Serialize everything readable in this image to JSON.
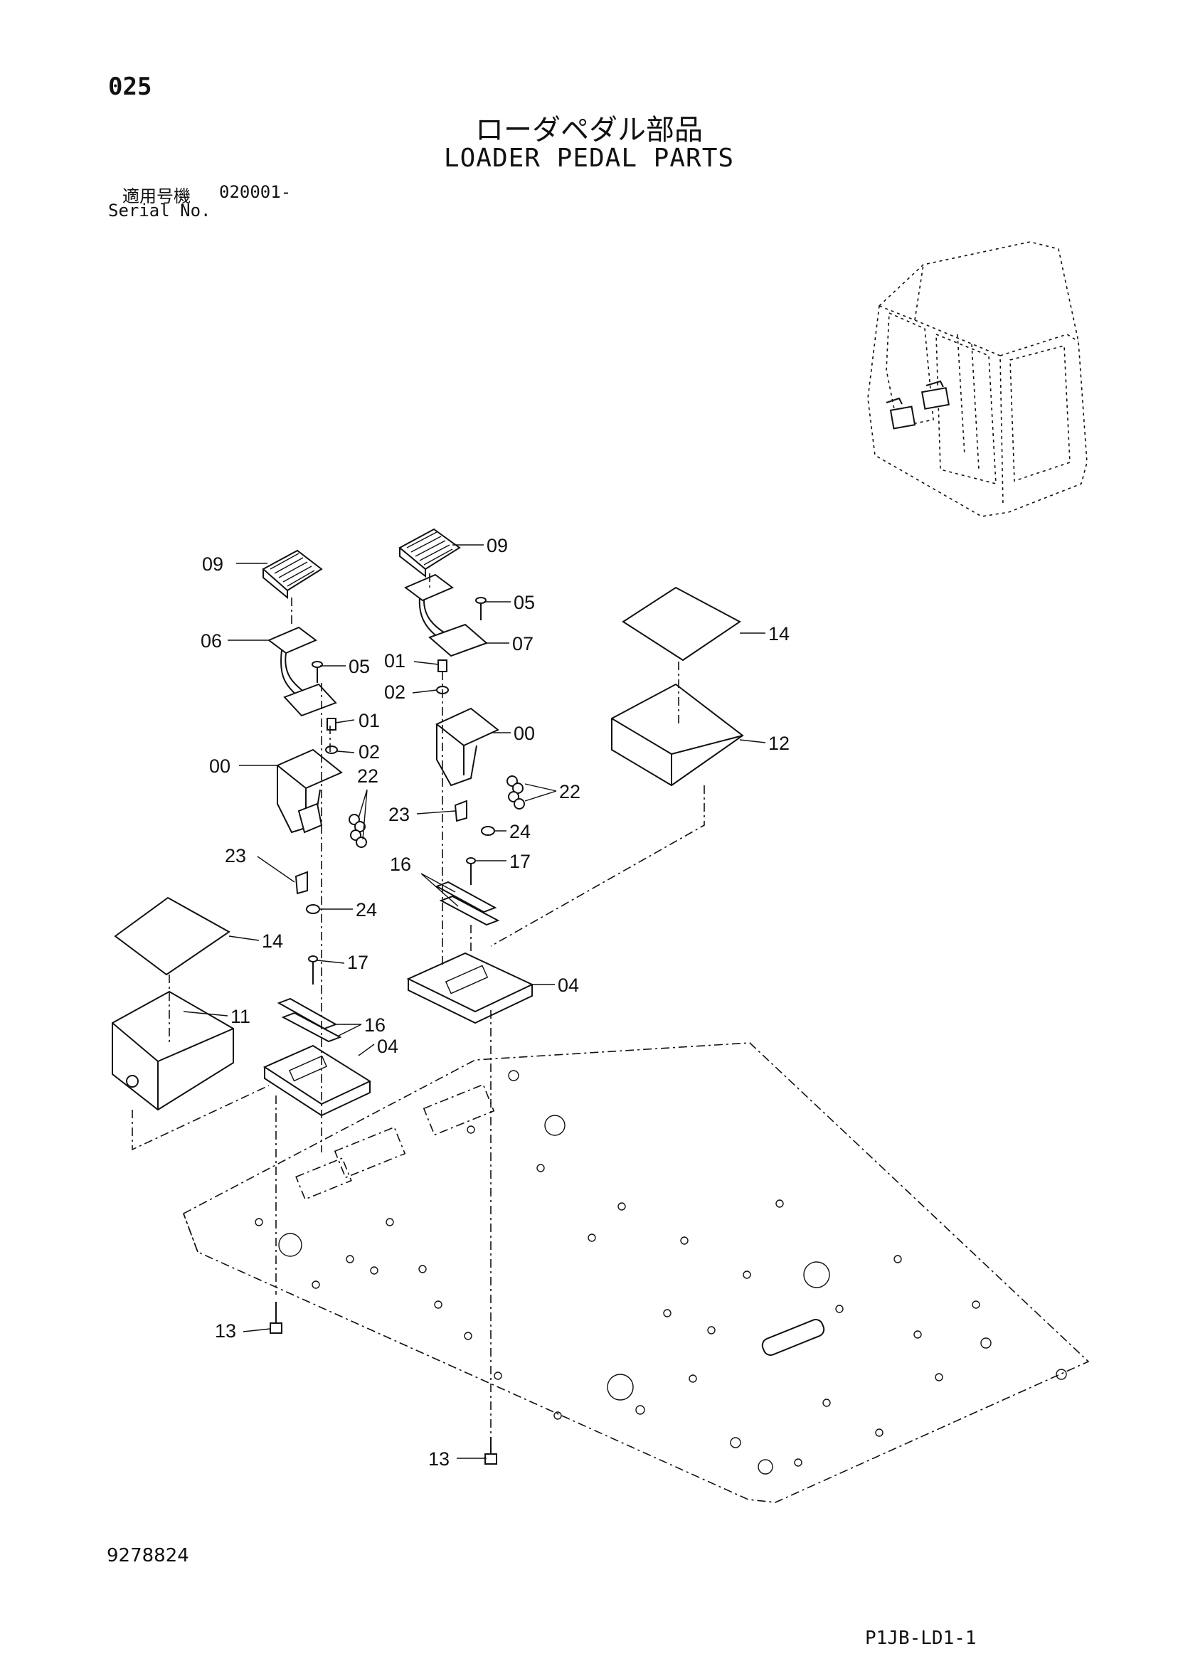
{
  "header": {
    "page_number": "025",
    "title_jp": "ローダペダル部品",
    "title_en": "LOADER PEDAL PARTS",
    "serial_label_jp": "適用号機",
    "serial_value": "020001-",
    "serial_label_en": "Serial No."
  },
  "footer": {
    "document_number": "9278824",
    "page_code": "P1JB-LD1-1"
  },
  "callouts": {
    "left_09": "09",
    "left_06": "06",
    "left_05": "05",
    "left_01": "01",
    "left_02": "02",
    "left_00": "00",
    "left_22": "22",
    "left_23": "23",
    "left_24": "24",
    "left_14": "14",
    "left_17": "17",
    "left_11": "11",
    "left_16": "16",
    "left_04": "04",
    "left_13": "13",
    "right_09": "09",
    "right_05": "05",
    "right_07": "07",
    "right_01": "01",
    "right_02": "02",
    "right_00": "00",
    "right_22": "22",
    "right_23": "23",
    "right_24": "24",
    "right_17": "17",
    "right_16": "16",
    "right_04": "04",
    "right_14": "14",
    "right_12": "12",
    "right_13": "13"
  }
}
